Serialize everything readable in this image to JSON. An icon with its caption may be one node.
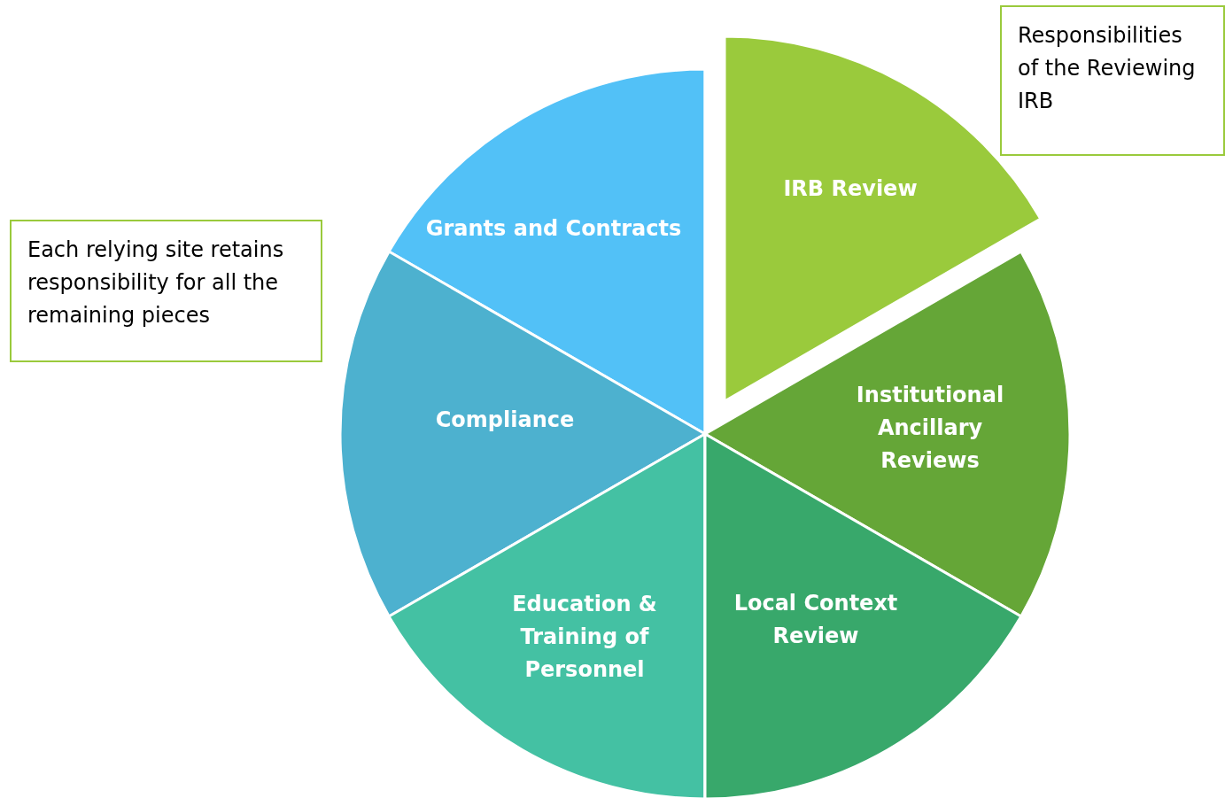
{
  "diagram": {
    "nodes": [
      {
        "text": [
          "Responsibilities of the Reviewing IRB"
        ]
      },
      {
        "text": [
          "Each relying site retains responsibility for all the remaining pieces"
        ]
      },
      {
        "text": [
          "Grants and Contracts"
        ]
      },
      {
        "text": [
          "IRB Review"
        ]
      },
      {
        "text": [
          "Compliance"
        ]
      },
      {
        "text": [
          "Institutional Ancillary Reviews"
        ]
      },
      {
        "text": [
          "Education & Training of Personnel"
        ]
      },
      {
        "text": [
          "Local Context Review"
        ]
      }
    ]
  }
}
